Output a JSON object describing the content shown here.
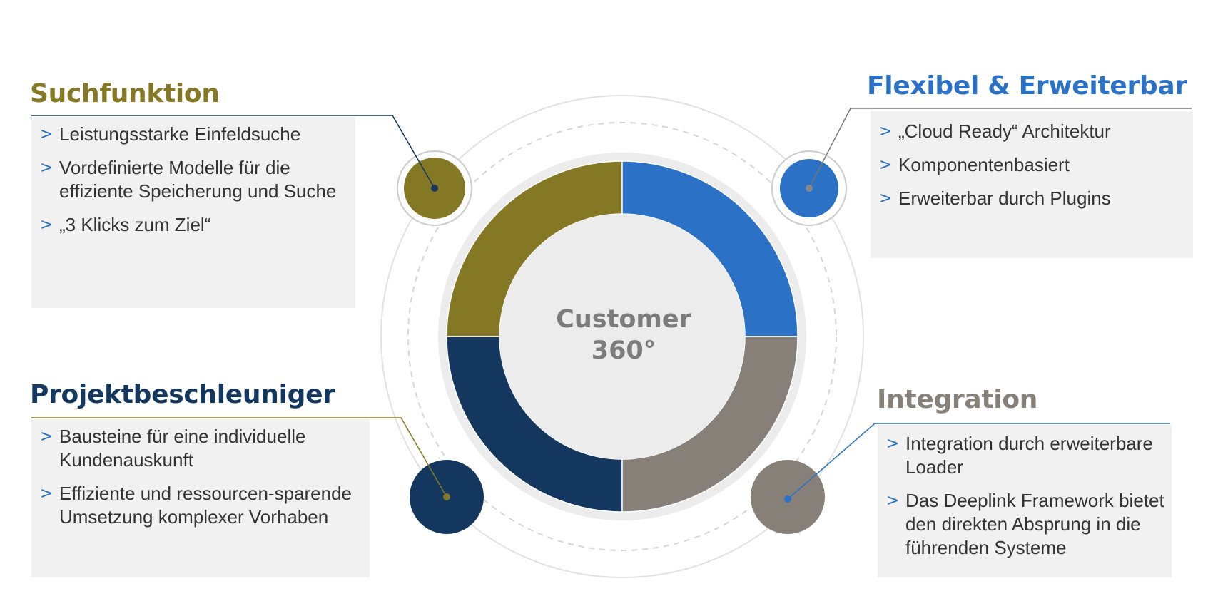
{
  "center": {
    "line1": "Customer",
    "line2": "360°"
  },
  "colors": {
    "olive": "#857825",
    "blue": "#2b72c6",
    "navy": "#14375f",
    "gray": "#878079",
    "text": "#333333",
    "bullet": "#2a6fbf",
    "panel": "#f1f1f1"
  },
  "sections": [
    {
      "id": "suchfunktion",
      "title": "Suchfunktion",
      "color": "#857825",
      "bullets": [
        "Leistungsstarke Einfeldsuche",
        "Vordefinierte Modelle für die effiziente Speicherung und Suche",
        "„3 Klicks zum Ziel“"
      ]
    },
    {
      "id": "flexibel",
      "title": "Flexibel & Erweiterbar",
      "color": "#2b72c6",
      "bullets": [
        "„Cloud Ready“ Architektur",
        "Komponentenbasiert",
        "Erweiterbar durch Plugins"
      ]
    },
    {
      "id": "projektbeschleuniger",
      "title": "Projektbeschleuniger",
      "color": "#14375f",
      "bullets": [
        "Bausteine für eine individuelle Kundenauskunft",
        "Effiziente und ressourcen-sparende Umsetzung komplexer Vorhaben"
      ]
    },
    {
      "id": "integration",
      "title": "Integration",
      "color": "#878079",
      "bullets": [
        "Integration durch erweiterbare Loader",
        "Das Deeplink Framework bietet den direkten Absprung in die führenden Systeme"
      ]
    }
  ]
}
